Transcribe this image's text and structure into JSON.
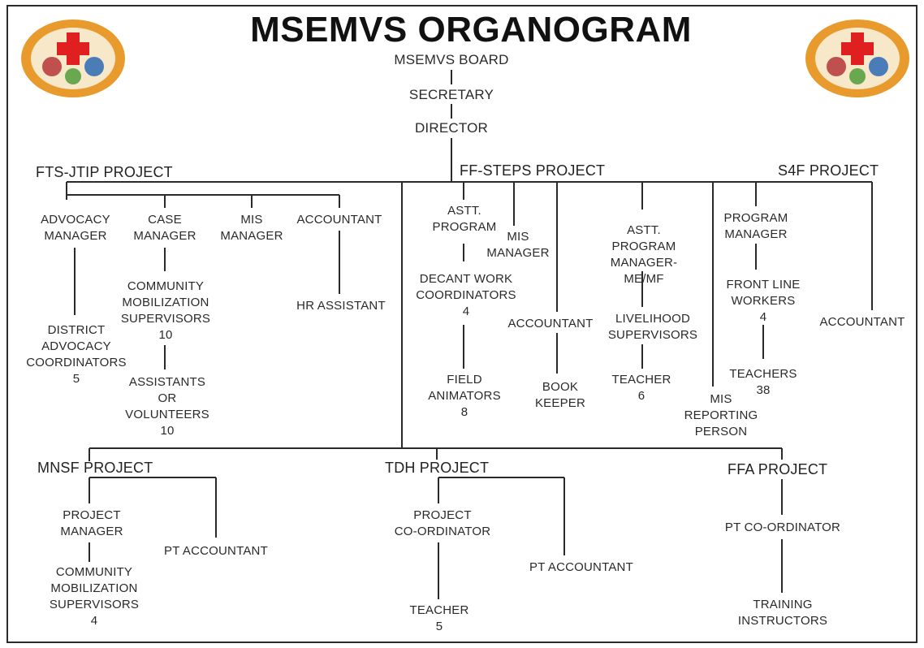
{
  "title": "MSEMVS ORGANOGRAM",
  "top_chain": {
    "board": "MSEMVS BOARD",
    "secretary": "SECRETARY",
    "director": "DIRECTOR"
  },
  "fts_jtip": {
    "name": "FTS-JTIP PROJECT",
    "advocacy_manager": "ADVOCACY\nMANAGER",
    "district_advocacy": "DISTRICT\nADVOCACY\nCOORDINATORS\n5",
    "case_manager": "CASE\nMANAGER",
    "community_mobilization": "COMMUNITY\nMOBILIZATION\nSUPERVISORS\n10",
    "assistants": "ASSISTANTS\nOR\nVOLUNTEERS\n10",
    "mis_manager": "MIS\nMANAGER",
    "accountant": "ACCOUNTANT",
    "hr_assistant": "HR ASSISTANT"
  },
  "ff_steps": {
    "name": "FF-STEPS PROJECT",
    "astt_program": "ASTT.\nPROGRAM",
    "decant_work": "DECANT WORK\nCOORDINATORS\n4",
    "field_animators": "FIELD\nANIMATORS\n8",
    "mis_manager": "MIS\nMANAGER",
    "accountant": "ACCOUNTANT",
    "book_keeper": "BOOK\nKEEPER",
    "astt_program_manager": "ASTT.\nPROGRAM\nMANAGER-ME/MF",
    "livelihood": "LIVELIHOOD\nSUPERVISORS",
    "teacher": "TEACHER\n6",
    "mis_reporting": "MIS\nREPORTING\nPERSON"
  },
  "s4f": {
    "name": "S4F PROJECT",
    "program_manager": "PROGRAM\nMANAGER",
    "front_line": "FRONT LINE\nWORKERS\n4",
    "teachers": "TEACHERS\n38",
    "accountant": "ACCOUNTANT"
  },
  "mnsf": {
    "name": "MNSF PROJECT",
    "project_manager": "PROJECT\nMANAGER",
    "community_mobilization": "COMMUNITY\nMOBILIZATION\nSUPERVISORS\n4",
    "pt_accountant": "PT ACCOUNTANT"
  },
  "tdh": {
    "name": "TDH PROJECT",
    "project_coordinator": "PROJECT\nCO-ORDINATOR",
    "teacher": "TEACHER\n5",
    "pt_accountant": "PT ACCOUNTANT"
  },
  "ffa": {
    "name": "FFA PROJECT",
    "pt_coordinator": "PT CO-ORDINATOR",
    "training_instructors": "TRAINING\nINSTRUCTORS"
  },
  "colors": {
    "line": "#2a2a2a",
    "logo_ring": "#e89a2c",
    "logo_inner": "#f6e8c8",
    "logo_cross": "#e02020"
  },
  "icons": [
    "organization-logo-left",
    "organization-logo-right"
  ]
}
